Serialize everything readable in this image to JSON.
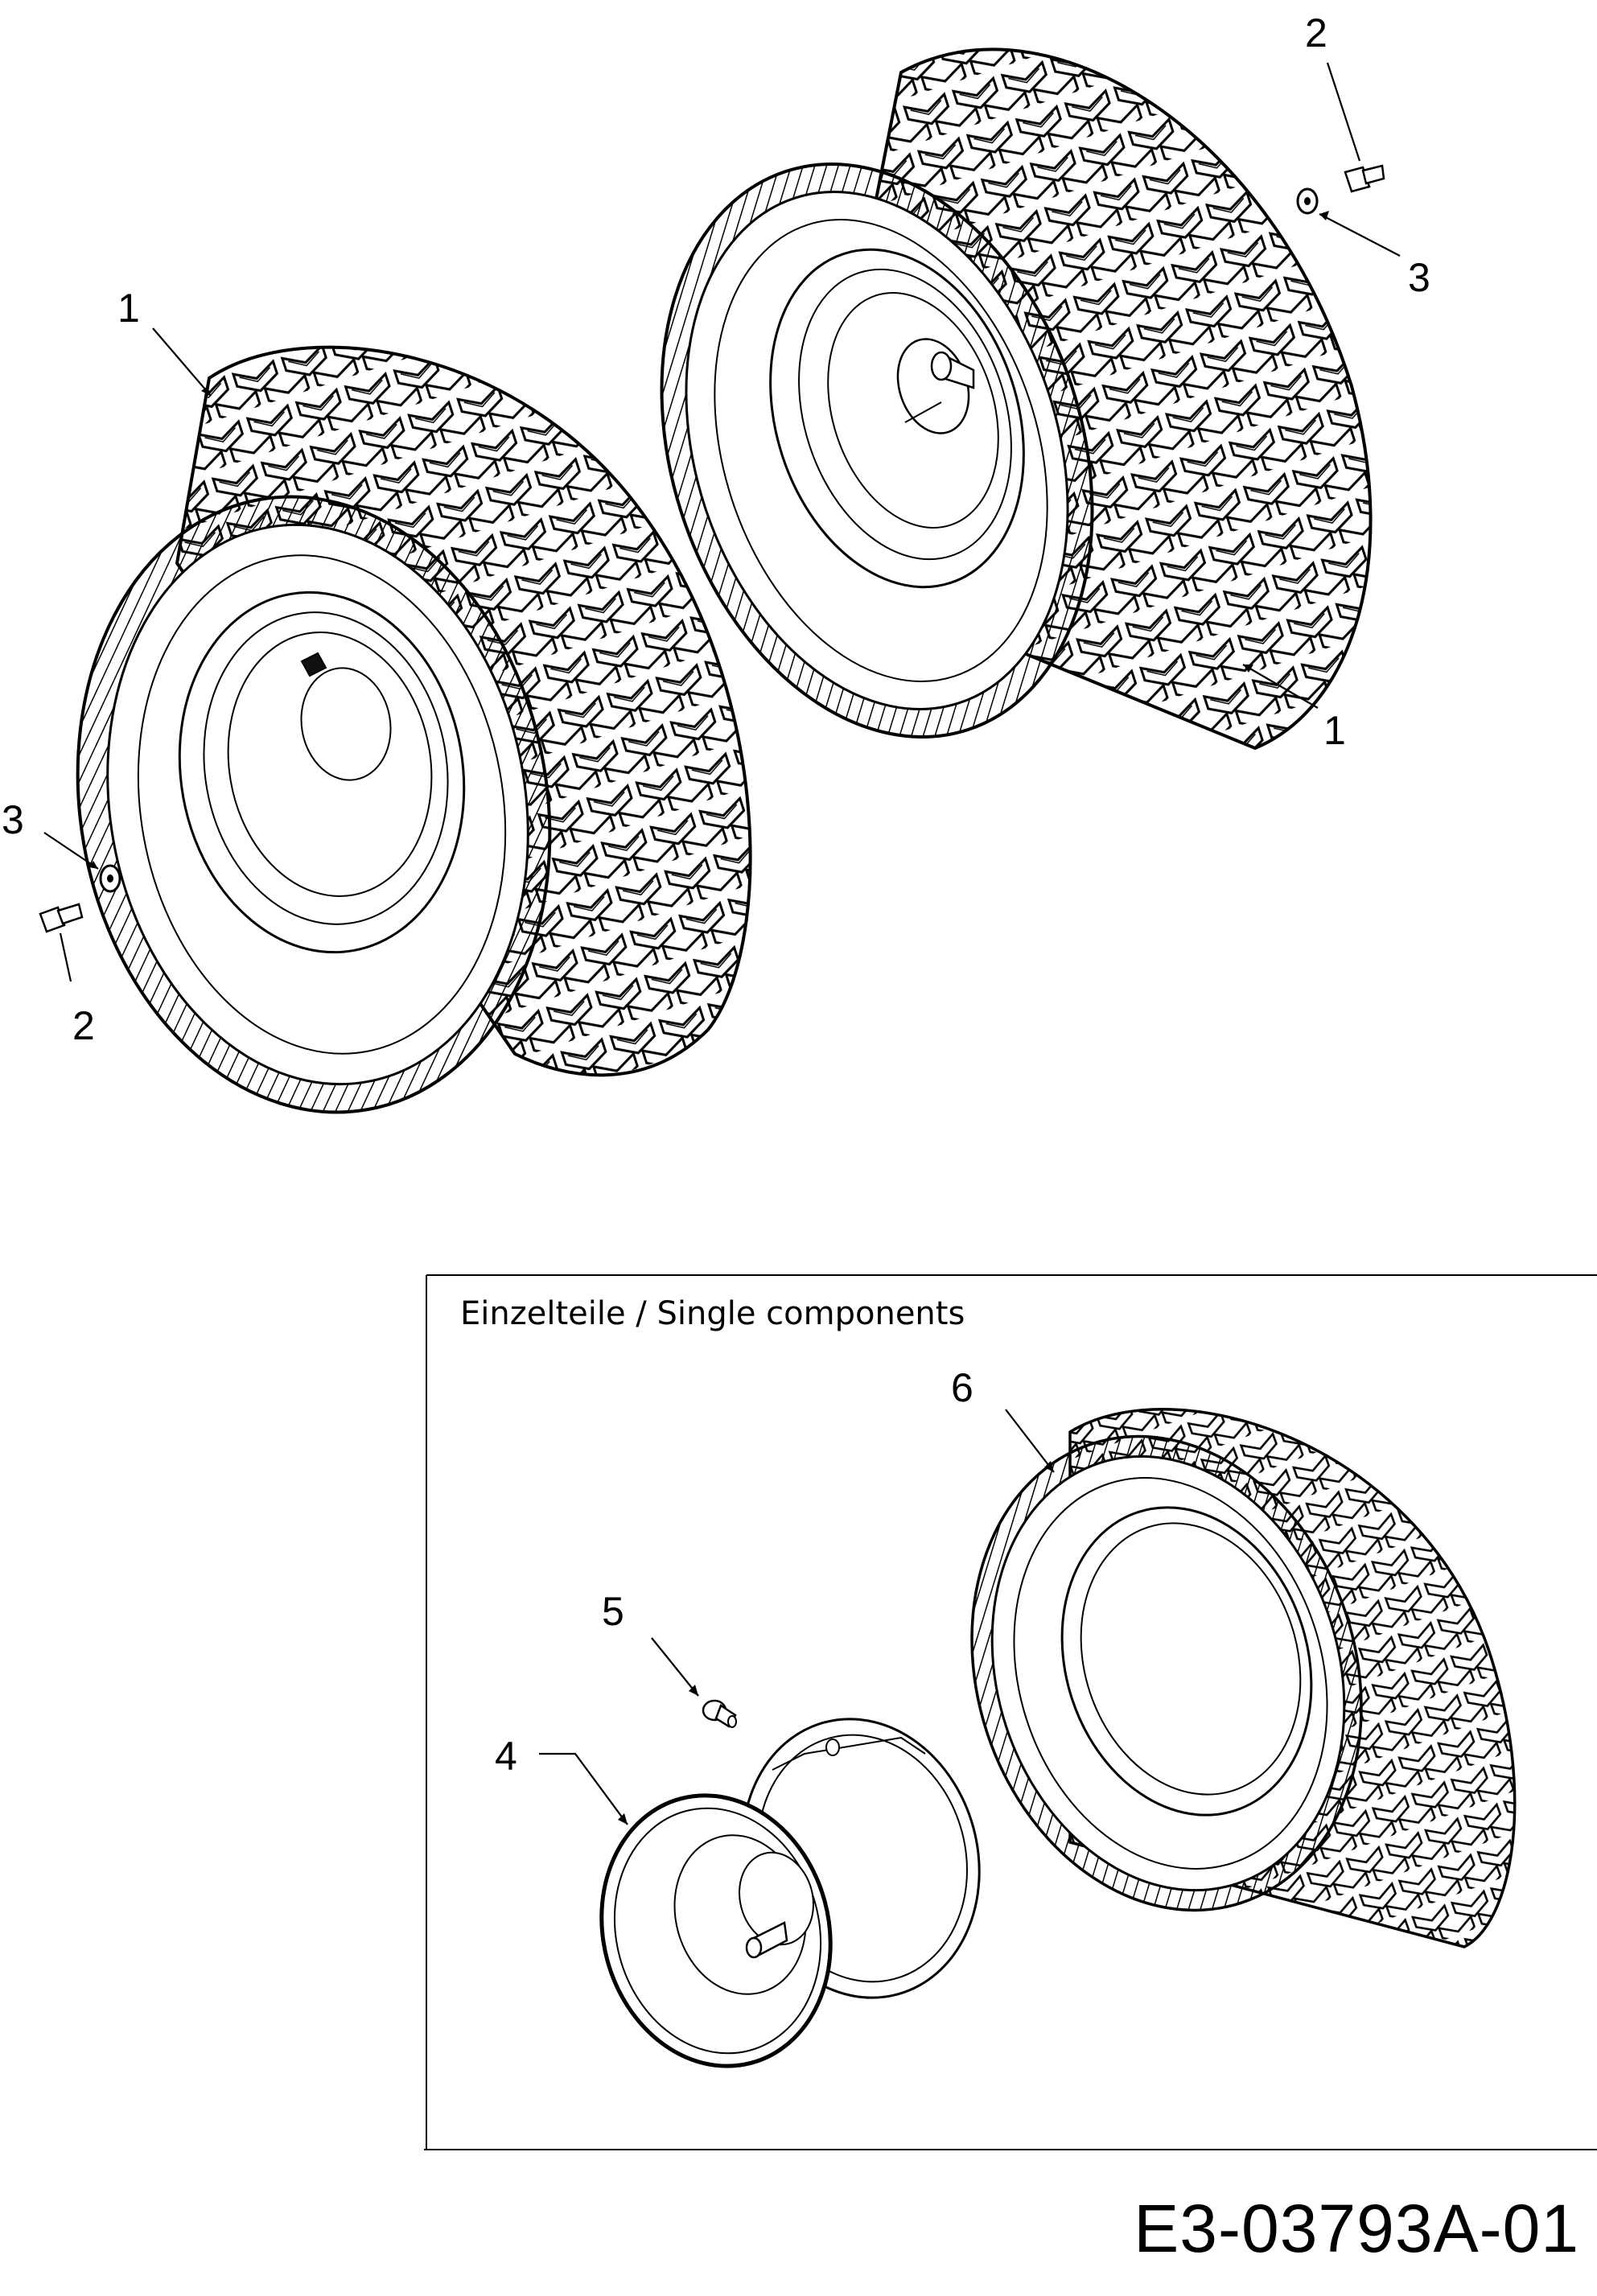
{
  "diagram": {
    "callouts": {
      "wheel_right": "1",
      "wheel_left": "1",
      "bolt_right": "2",
      "bolt_left": "2",
      "washer_right": "3",
      "washer_left": "3",
      "rim": "4",
      "valve": "5",
      "tire": "6"
    },
    "panel_title": "Einzelteile / Single components",
    "document_code": "E3-03793A-01"
  }
}
